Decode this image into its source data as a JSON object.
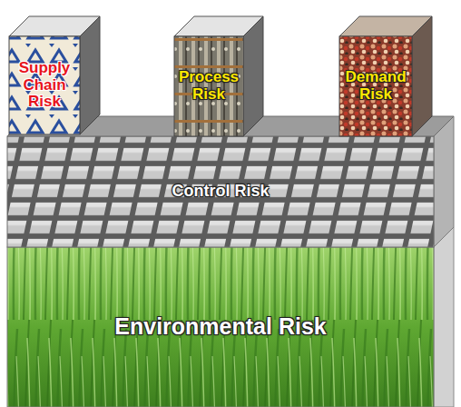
{
  "diagram": {
    "nodes": [
      {
        "text": [
          "Supply Chain Risk"
        ]
      },
      {
        "text": [
          "Process Risk"
        ]
      },
      {
        "text": [
          "Demand Risk"
        ]
      },
      {
        "text": [
          "Control Risk"
        ]
      },
      {
        "text": [
          "Environmental Risk"
        ]
      }
    ]
  }
}
